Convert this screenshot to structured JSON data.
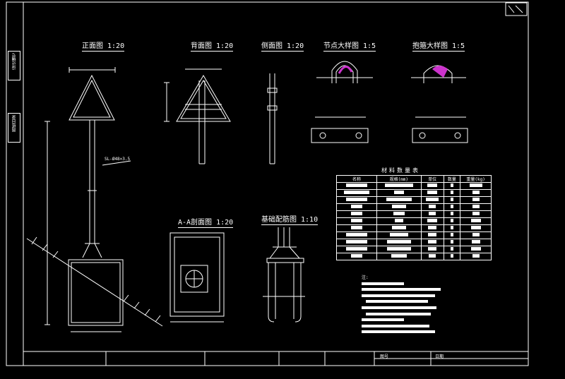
{
  "drawing": {
    "border_color": "#ffffff",
    "line_color": "#ffffff",
    "highlight_color": "#cc33cc",
    "pole_label": "SL-Ø48×3.5"
  },
  "views": [
    {
      "title": "正面图 1:20"
    },
    {
      "title": "背面图 1:20"
    },
    {
      "title": "侧面图 1:20"
    },
    {
      "title": "节点大样图 1:5"
    },
    {
      "title": "抱箍大样图 1:5"
    },
    {
      "title": "A-A剖面图 1:20"
    },
    {
      "title": "基础配筋图 1:10"
    }
  ],
  "table": {
    "title": "材料数量表",
    "headers": [
      "名称",
      "规格(mm)",
      "单位",
      "数量",
      "重量(kg)"
    ]
  },
  "notes": {
    "heading": "注:"
  },
  "side_tabs": [
    "设计编号",
    "图纸目录"
  ],
  "title_block": {
    "sheet": "图号",
    "date": "日期"
  }
}
